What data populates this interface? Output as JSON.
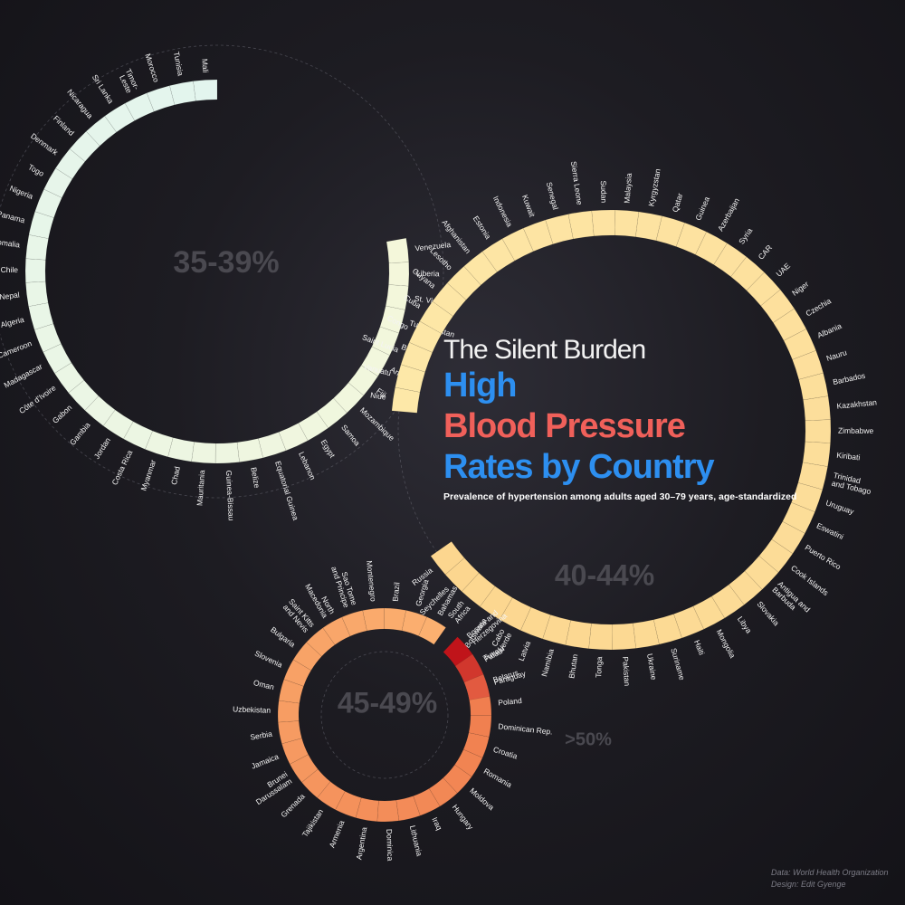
{
  "title": {
    "kicker": "The Silent Burden",
    "line1": "High",
    "line2": "Blood Pressure",
    "line3": "Rates by Country",
    "subtitle": "Prevalence of hypertension among adults aged 30–79 years, age-standardized"
  },
  "credits": {
    "data": "Data: World Health Organization",
    "design": "Design: Edit Gyenge"
  },
  "colors": {
    "background": "#1b1a20",
    "accent_blue": "#2d8ff0",
    "accent_red": "#f0605a",
    "band_35_39": "#eaf7ec",
    "band_40_44": "#fde4a0",
    "band_45_49": "#f4965a",
    "band_50_plus": "#c0141a"
  },
  "chart_data": {
    "type": "radial-band",
    "groups": [
      {
        "range": "35-39%",
        "countries": [
          "Mali",
          "Tunisia",
          "Morocco",
          "Timor-\nLeste",
          "Sri Lanka",
          "Nicaragua",
          "Finland",
          "Denmark",
          "Togo",
          "Nigeria",
          "Panama",
          "Somalia",
          "Chile",
          "Nepal",
          "Algeria",
          "Cameroon",
          "Madagascar",
          "Côte d'Ivoire",
          "Gabon",
          "Gambia",
          "Jordan",
          "Costa Rica",
          "Myanmar",
          "Chad",
          "Mauritania",
          "Guinea-Bissau",
          "Belize",
          "Equatorial Guinea",
          "Lebanon",
          "Egypt",
          "Samoa",
          "Mozambique",
          "Fiji",
          "Angola",
          "Bahrain",
          "Turkmenistan",
          "St. Vincent",
          "Liberia",
          "Venezuela"
        ]
      },
      {
        "range": "40-44%",
        "countries": [
          "Niue",
          "Vanuatu",
          "Saint Lucia",
          "Congo",
          "Cuba",
          "Guyana",
          "Lesotho",
          "Afghanistan",
          "Estonia",
          "Indonesia",
          "Kuwait",
          "Senegal",
          "Sierra Leone",
          "Sudan",
          "Malaysia",
          "Kyrgyzstan",
          "Qatar",
          "Guinea",
          "Azerbaijan",
          "Syria",
          "CAR",
          "UAE",
          "Niger",
          "Czechia",
          "Albania",
          "Nauru",
          "Barbados",
          "Kazakhstan",
          "Zimbabwe",
          "Kiribati",
          "Trinidad\nand Tobago",
          "Uruguay",
          "Eswatini",
          "Puerto Rico",
          "Cook Islands",
          "Antigua and\nBarbuda",
          "Slovakia",
          "Libya",
          "Mongolia",
          "Haiti",
          "Suriname",
          "Ukraine",
          "Pakistan",
          "Tonga",
          "Bhutan",
          "Namibia",
          "Latvia",
          "Cabo\nVerde",
          "Botswana",
          "South\nAfrica",
          "Seychelles",
          "Russia"
        ]
      },
      {
        "range": "45-49%",
        "countries": [
          "Bahamas",
          "Georgia",
          "Brazil",
          "Montenegro",
          "Sao Tome\nand Principe",
          "North\nMacedonia",
          "Saint Kitts\nand Nevis",
          "Bulgaria",
          "Slovenia",
          "Oman",
          "Uzbekistan",
          "Serbia",
          "Jamaica",
          "Brunei\nDarussalam",
          "Grenada",
          "Tajikistan",
          "Armenia",
          "Argentina",
          "Dominica",
          "Lithuania",
          "Iraq",
          "Hungary",
          "Moldova",
          "Romania",
          "Croatia",
          "Dominican Rep.",
          "Poland",
          "Belarus",
          "Tuvalu"
        ]
      },
      {
        "range": ">50%",
        "countries": [
          "Bosnia and\nHerzegovina",
          "Palau",
          "Paraguay"
        ]
      }
    ]
  }
}
